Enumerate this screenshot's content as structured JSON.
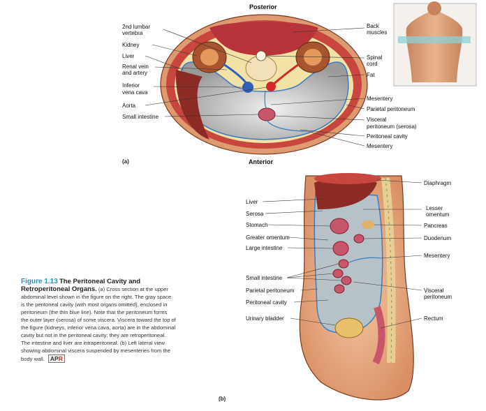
{
  "panel_a": {
    "letter": "(a)",
    "top_label": "Posterior",
    "bottom_label": "Anterior",
    "left_labels": [
      "2nd lumbar",
      "vertebra",
      "Kidney",
      "Liver",
      "Renal vein",
      "and artery",
      "Inferior",
      "vena cava",
      "Aorta",
      "Small intestine"
    ],
    "right_labels": [
      "Back",
      "muscles",
      "Spinal",
      "cord",
      "Fat",
      "Mesentery",
      "Parietal peritoneum",
      "Visceral",
      "peritoneum (serosa)",
      "Peritoneal cavity",
      "Mesentery"
    ]
  },
  "panel_b": {
    "letter": "(b)",
    "left_labels": [
      "Liver",
      "Serosa",
      "Stomach",
      "Greater omentum",
      "Large intestine",
      "Small intestine",
      "Parietal peritoneum",
      "Peritoneal cavity",
      "Urinary bladder"
    ],
    "right_labels": [
      "Diaphragm",
      "Lesser",
      "omentum",
      "Pancreas",
      "Duodenum",
      "Mesentery",
      "Visceral",
      "peritoneum",
      "Rectum"
    ]
  },
  "caption": {
    "number": "Figure 1.13",
    "title": "The Peritoneal Cavity and Retroperitoneal Organs.",
    "body": "(a) Cross section at the upper abdominal level shown in the figure on the right. The gray space is the peritoneal cavity (with most organs omitted), enclosed in peritoneum (the thin blue line). Note that the peritoneum forms the outer layer (serosa) of some viscera. Viscera toward the top of the figure (kidneys, inferior vena cava, aorta) are in the abdominal cavity but not in the peritoneal cavity; they are retroperitoneal. The intestine and liver are intraperitoneal. (b) Left lateral view showing abdominal viscera suspended by mesenteries from the body wall.",
    "badge_ap": "AP",
    "badge_r": "R"
  }
}
